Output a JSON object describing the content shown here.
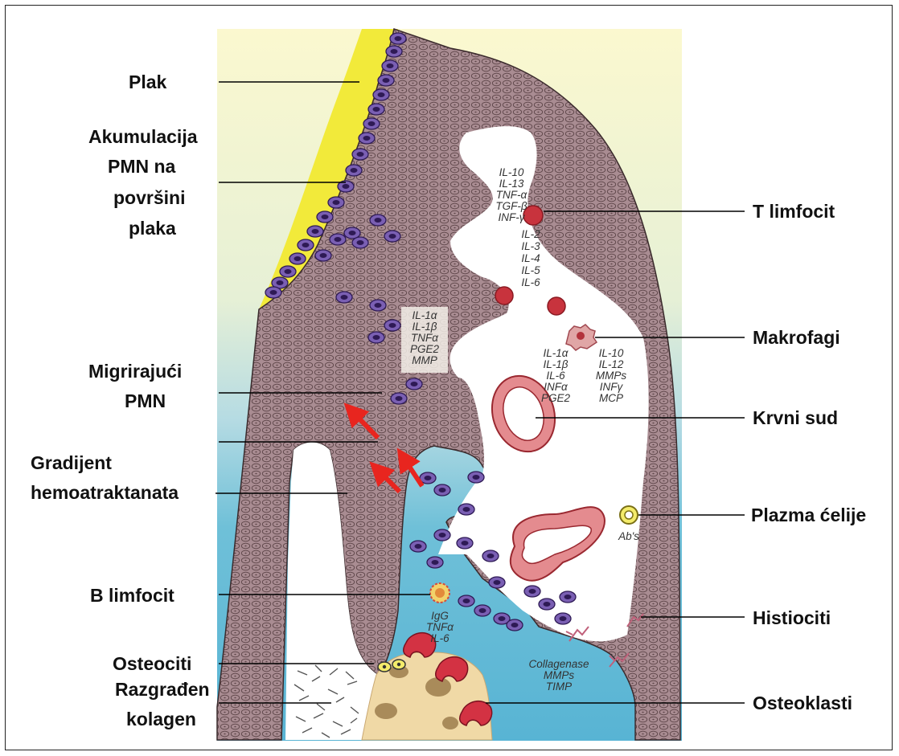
{
  "labels_left": {
    "plak": "Plak",
    "akumulacija": [
      "Akumulacija",
      "PMN na",
      "površini",
      "plaka"
    ],
    "migrirajuci": [
      "Migrirajući",
      "PMN"
    ],
    "gradijent": [
      "Gradijent",
      "hemoatraktanata"
    ],
    "b_limfocit": "B limfocit",
    "osteociti": "Osteociti",
    "razgradjen": [
      "Razgrađen",
      "kolagen"
    ]
  },
  "labels_right": {
    "t_limfocit": "T limfocit",
    "makrofagi": "Makrofagi",
    "krvni_sud": "Krvni sud",
    "plazma": "Plazma ćelije",
    "histiociti": "Histiociti",
    "osteoklasti": "Osteoklasti"
  },
  "cytokines": {
    "t_cell_top": [
      "IL-10",
      "IL-13",
      "TNF-α",
      "TGF-β",
      "INF-γ"
    ],
    "t_cell_bottom": [
      "IL-2",
      "IL-3",
      "IL-4",
      "IL-5",
      "IL-6"
    ],
    "pmn_box": [
      "IL-1α",
      "IL-1β",
      "TNFα",
      "PGE2",
      "MMP"
    ],
    "macrophage_left": [
      "IL-1α",
      "IL-1β",
      "IL-6",
      "INFα",
      "PGE2"
    ],
    "macrophage_right": [
      "IL-10",
      "IL-12",
      "MMPs",
      "INFγ",
      "MCP"
    ],
    "plasma": "Ab's",
    "b_cell": [
      "IgG",
      "TNFα",
      "IL-6"
    ],
    "histio": [
      "Collagenase",
      "MMPs",
      "TIMP"
    ]
  },
  "colors": {
    "plaque": "#f2ea3a",
    "tissue": "#a7898f",
    "pmn": "#5a3a8c",
    "vessel": "#d9636a",
    "arrow": "#e8251f",
    "bone": "#f0d9a6"
  }
}
